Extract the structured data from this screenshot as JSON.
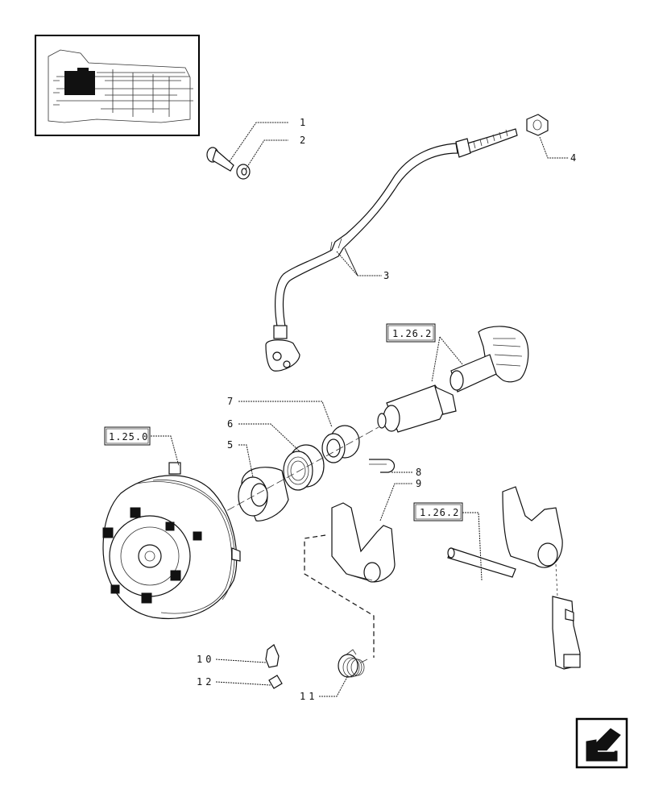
{
  "callouts": [
    {
      "id": "1",
      "text": "1"
    },
    {
      "id": "2",
      "text": "2"
    },
    {
      "id": "3",
      "text": "3"
    },
    {
      "id": "4",
      "text": "4"
    },
    {
      "id": "5",
      "text": "5"
    },
    {
      "id": "6",
      "text": "6"
    },
    {
      "id": "7",
      "text": "7"
    },
    {
      "id": "8",
      "text": "8"
    },
    {
      "id": "9",
      "text": "9"
    },
    {
      "id": "10",
      "text": "10"
    },
    {
      "id": "11",
      "text": "11"
    },
    {
      "id": "12",
      "text": "12"
    }
  ],
  "references": {
    "ref_a": "1.26.2",
    "ref_b": "1.25.0",
    "ref_c": "1.26.2"
  },
  "icons": {
    "thumbnail": "transmission-section-thumbnail",
    "nav": "previous-page-arrow-icon"
  },
  "colors": {
    "line": "#111111",
    "background": "#ffffff"
  }
}
